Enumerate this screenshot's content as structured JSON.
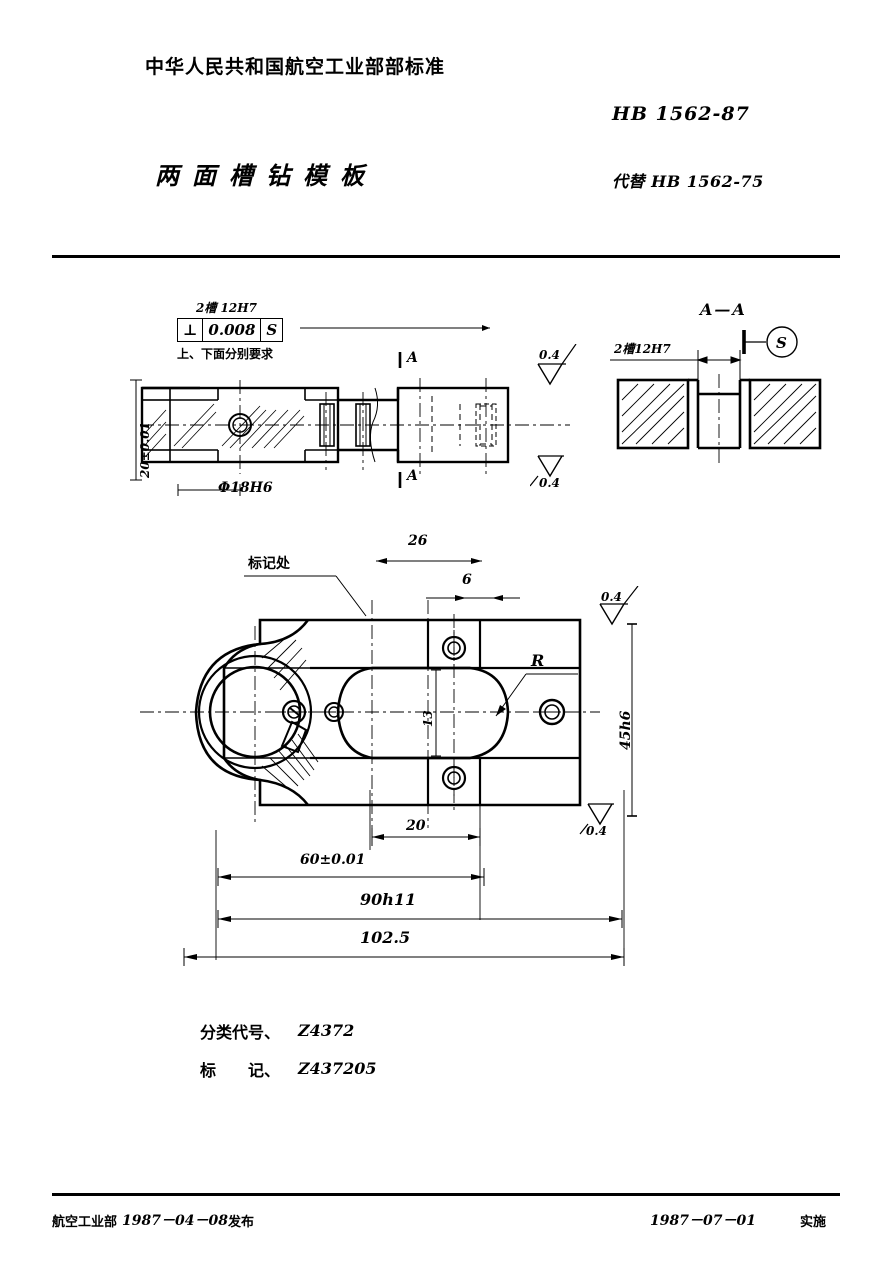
{
  "header": {
    "org_standard": "中华人民共和国航空工业部部标准",
    "std_number": "HB 1562-87",
    "title": "两面槽钻模板",
    "replaces": "代替 HB 1562-75"
  },
  "views": {
    "front": {
      "slot_callout": "2槽 12H7",
      "fcf": {
        "symbol": "⊥",
        "tolerance": "0.008",
        "datum": "S"
      },
      "fcf_note": "上、下面分别要求",
      "height_dim": "20±0.01",
      "bore_dim": "Φ18H6",
      "section_label_top": "A",
      "section_label_bottom": "A",
      "surface_top": "0.4",
      "surface_bottom": "0.4"
    },
    "section": {
      "label": "A—A",
      "slot_callout": "2槽12H7",
      "datum": "S"
    },
    "plan": {
      "mark_note": "标记处",
      "dim_26": "26",
      "dim_6": "6",
      "dim_13": "13",
      "dim_20": "20",
      "radius": "R",
      "height_dim": "45h6",
      "dim_60": "60±0.01",
      "dim_90": "90h11",
      "dim_102": "102.5",
      "surface_top": "0.4",
      "surface_bottom": "0.4"
    }
  },
  "codes": {
    "class_label": "分类代号、",
    "class_value": "Z4372",
    "mark_label": "标　　记、",
    "mark_value": "Z437205"
  },
  "footer": {
    "issuer": "航空工业部",
    "issue_date": "1987－04－08",
    "issue_word": "发布",
    "effective_date": "1987－07－01",
    "effective_word": "实施"
  }
}
